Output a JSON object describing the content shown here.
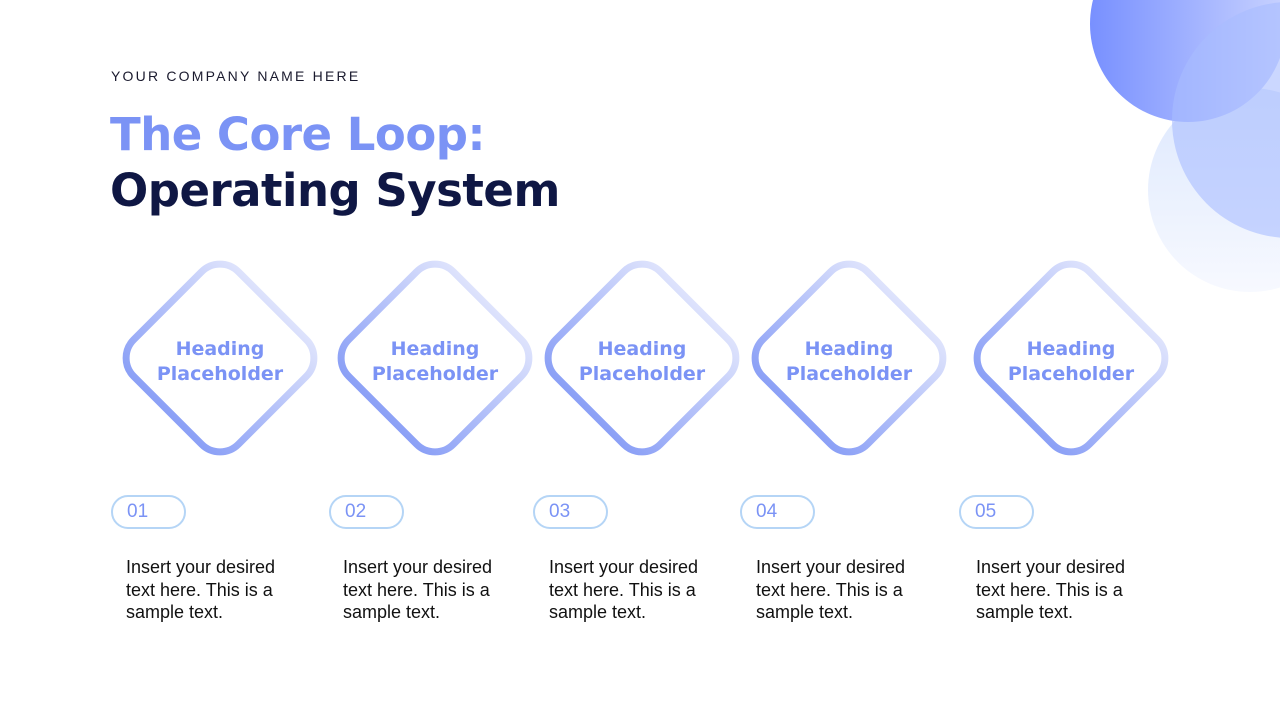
{
  "company": "YOUR COMPANY NAME HERE",
  "title_line1": "The Core Loop:",
  "title_line2": "Operating System",
  "colors": {
    "accent": "#7b93f5",
    "dark": "#0f1744",
    "pill_border": "#b5d5f6"
  },
  "steps": [
    {
      "heading": "Heading Placeholder",
      "number": "01",
      "text": "Insert your desired text here. This is a sample text."
    },
    {
      "heading": "Heading Placeholder",
      "number": "02",
      "text": "Insert your desired text here. This is a sample text."
    },
    {
      "heading": "Heading Placeholder",
      "number": "03",
      "text": "Insert your desired text here. This is a sample text."
    },
    {
      "heading": "Heading Placeholder",
      "number": "04",
      "text": "Insert your desired text here. This is a sample text."
    },
    {
      "heading": "Heading Placeholder",
      "number": "05",
      "text": "Insert your desired text here. This is a sample text."
    }
  ]
}
